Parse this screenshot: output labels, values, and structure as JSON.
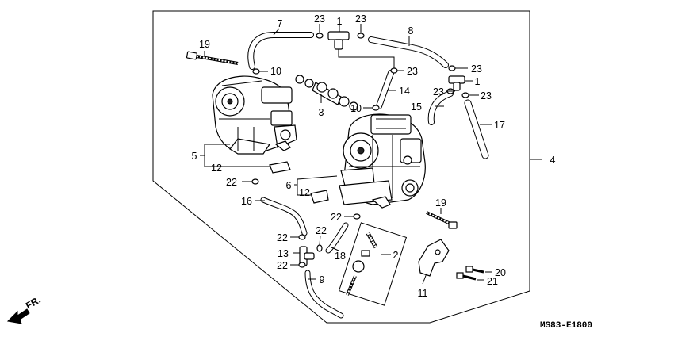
{
  "diagram": {
    "drawing_code": "MS83-E1800",
    "direction_label": "FR.",
    "callouts": [
      {
        "id": "c1a",
        "text": "1"
      },
      {
        "id": "c1b",
        "text": "1"
      },
      {
        "id": "c2",
        "text": "2"
      },
      {
        "id": "c3",
        "text": "3"
      },
      {
        "id": "c4",
        "text": "4"
      },
      {
        "id": "c5",
        "text": "5"
      },
      {
        "id": "c6",
        "text": "6"
      },
      {
        "id": "c7",
        "text": "7"
      },
      {
        "id": "c8",
        "text": "8"
      },
      {
        "id": "c9",
        "text": "9"
      },
      {
        "id": "c10a",
        "text": "10"
      },
      {
        "id": "c10b",
        "text": "10"
      },
      {
        "id": "c11",
        "text": "11"
      },
      {
        "id": "c12a",
        "text": "12"
      },
      {
        "id": "c12b",
        "text": "12"
      },
      {
        "id": "c13",
        "text": "13"
      },
      {
        "id": "c14",
        "text": "14"
      },
      {
        "id": "c15",
        "text": "15"
      },
      {
        "id": "c16",
        "text": "16"
      },
      {
        "id": "c17",
        "text": "17"
      },
      {
        "id": "c18",
        "text": "18"
      },
      {
        "id": "c19a",
        "text": "19"
      },
      {
        "id": "c19b",
        "text": "19"
      },
      {
        "id": "c20",
        "text": "20"
      },
      {
        "id": "c21",
        "text": "21"
      },
      {
        "id": "c22a",
        "text": "22"
      },
      {
        "id": "c22b",
        "text": "22"
      },
      {
        "id": "c22c",
        "text": "22"
      },
      {
        "id": "c22d",
        "text": "22"
      },
      {
        "id": "c22e",
        "text": "22"
      },
      {
        "id": "c23a",
        "text": "23"
      },
      {
        "id": "c23b",
        "text": "23"
      },
      {
        "id": "c23c",
        "text": "23"
      },
      {
        "id": "c23d",
        "text": "23"
      },
      {
        "id": "c23e",
        "text": "23"
      },
      {
        "id": "c23f",
        "text": "23"
      }
    ]
  }
}
